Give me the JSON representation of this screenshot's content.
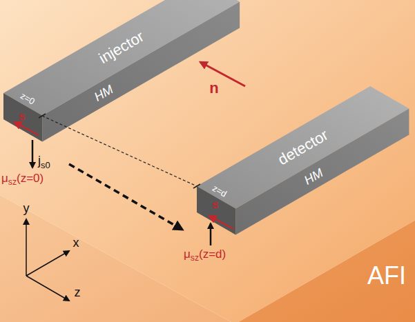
{
  "diagram": {
    "nodes": [
      {
        "text": [
          "AFI"
        ]
      },
      {
        "text": [
          "injector",
          "HM"
        ],
        "in": 0
      },
      {
        "text": [
          "detector",
          "HM"
        ],
        "in": 0
      }
    ],
    "labels": [
      "z=0",
      "z=d",
      "s",
      "s",
      "n",
      "j",
      "s0",
      "μ",
      "sz",
      "(z=0)",
      "μ",
      "sz",
      "(z=d)",
      "y",
      "x",
      "z"
    ]
  }
}
